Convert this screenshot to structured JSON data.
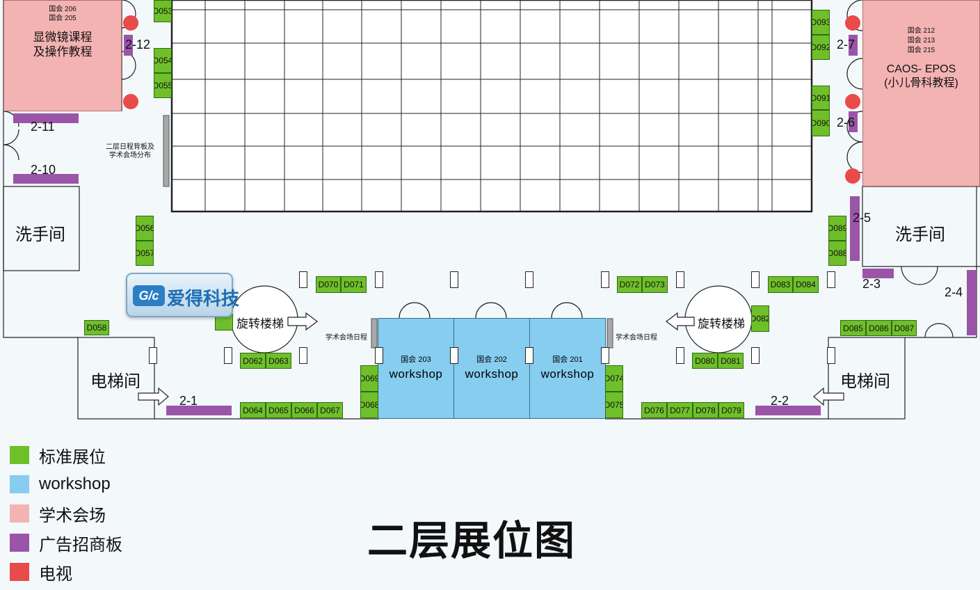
{
  "title": "二层展位图",
  "colors": {
    "standard_booth": "#6fbf2b",
    "workshop": "#86cdf0",
    "academic_venue": "#f4b3b3",
    "ad_board": "#9a55a8",
    "tv": "#e94a4a"
  },
  "legend": [
    {
      "label": "标准展位",
      "color": "#6fbf2b"
    },
    {
      "label": "workshop",
      "color": "#86cdf0"
    },
    {
      "label": "学术会场",
      "color": "#f4b3b3"
    },
    {
      "label": "广告招商板",
      "color": "#9a55a8"
    },
    {
      "label": "电视",
      "color": "#e94a4a"
    }
  ],
  "venues": {
    "left": {
      "rooms": "国会 206\n国会 205",
      "name": "显微镜课程\n及操作教程"
    },
    "right": {
      "rooms": "国会 212\n国会 213\n国会 215",
      "name": "CAOS- EPOS\n(小儿骨科教程)"
    }
  },
  "workshops": [
    {
      "code": "国会 203",
      "label": "workshop"
    },
    {
      "code": "国会 202",
      "label": "workshop"
    },
    {
      "code": "国会 201",
      "label": "workshop"
    }
  ],
  "rooms": {
    "restroom_left": "洗手间",
    "restroom_right": "洗手间",
    "elevator_left": "电梯间",
    "elevator_right": "电梯间",
    "stair_left": "旋转楼梯",
    "stair_right": "旋转楼梯"
  },
  "notes": {
    "schedule_board": "二层日程背板及\n学术会场分布",
    "schedule_left": "学术会场日程",
    "schedule_right": "学术会场日程"
  },
  "logo": {
    "text": "爱得科技",
    "mark": "G/c"
  },
  "ad_labels": [
    "2-1",
    "2-2",
    "2-3",
    "2-4",
    "2-5",
    "2-6",
    "2-7",
    "2-10",
    "2-11",
    "2-12"
  ],
  "booths": [
    "D053",
    "D054",
    "D055",
    "D056",
    "D057",
    "D058",
    "D062",
    "D063",
    "D064",
    "D065",
    "D066",
    "D067",
    "D068",
    "D069",
    "D070",
    "D071",
    "D072",
    "D073",
    "D074",
    "D075",
    "D076",
    "D077",
    "D078",
    "D079",
    "D080",
    "D081",
    "D082",
    "D083",
    "D084",
    "D085",
    "D086",
    "D087",
    "D088",
    "D089",
    "D090",
    "D091",
    "D092",
    "D093"
  ]
}
